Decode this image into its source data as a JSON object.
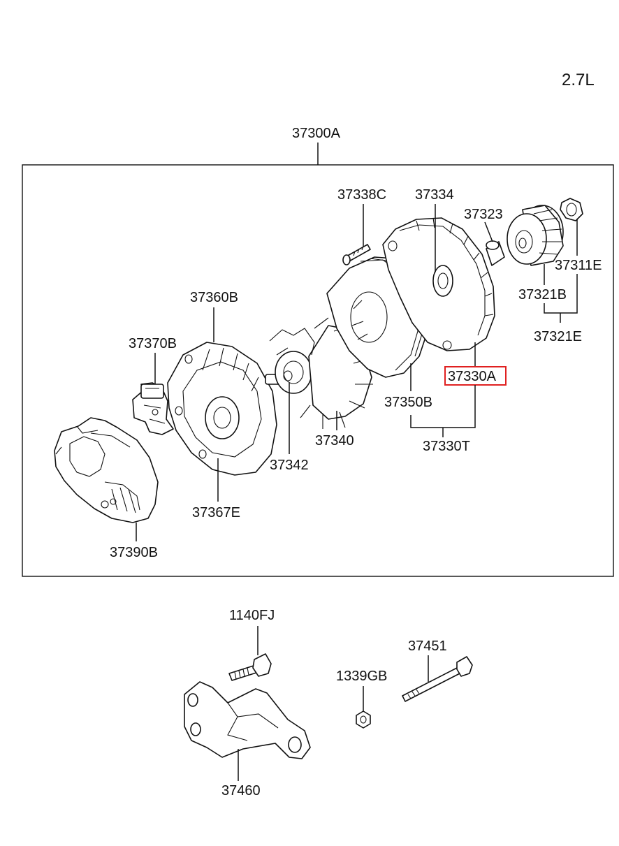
{
  "engine_label": "2.7L",
  "assembly_label": "37300A",
  "parts": {
    "p37338C": "37338C",
    "p37334": "37334",
    "p37323": "37323",
    "p37311E": "37311E",
    "p37321B": "37321B",
    "p37321E": "37321E",
    "p37360B": "37360B",
    "p37370B": "37370B",
    "p37330A": "37330A",
    "p37350B": "37350B",
    "p37340": "37340",
    "p37330T": "37330T",
    "p37342": "37342",
    "p37367E": "37367E",
    "p37390B": "37390B",
    "p1140FJ": "1140FJ",
    "p37451": "37451",
    "p1339GB": "1339GB",
    "p37460": "37460"
  },
  "highlighted_part": "37330A",
  "highlight_color": "#e02020"
}
